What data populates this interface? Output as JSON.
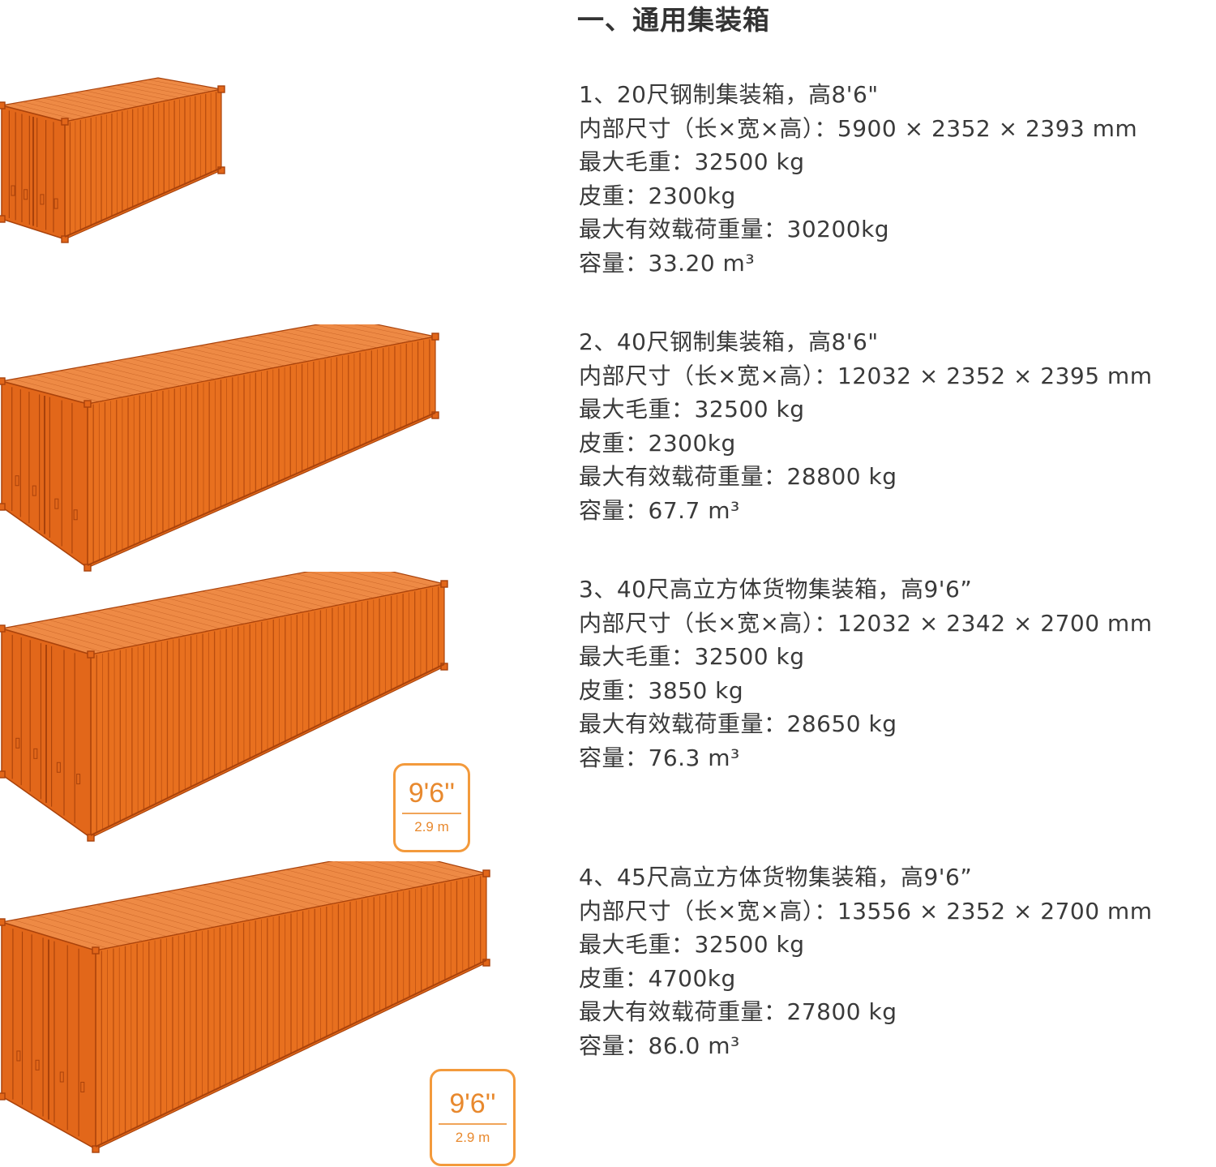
{
  "section_title": "一、通用集装箱",
  "colors": {
    "container_front": "#e2671a",
    "container_side": "#e8701f",
    "container_top": "#ee8a45",
    "container_line": "#a9420b",
    "badge_border": "#f39a3c",
    "badge_text": "#e8892e"
  },
  "containers": [
    {
      "title": "1、20尺钢制集装箱，高8'6\"",
      "dimensions": "内部尺寸（长×宽×高）：5900 × 2352 × 2393 mm",
      "max_gross": "最大毛重：32500 kg",
      "tare": "皮重：2300kg",
      "max_payload": "最大有效载荷重量：30200kg",
      "capacity": "容量：33.20 m³"
    },
    {
      "title": "2、40尺钢制集装箱，高8'6\"",
      "dimensions": "内部尺寸（长×宽×高）：12032 × 2352 × 2395 mm",
      "max_gross": "最大毛重：32500 kg",
      "tare": "皮重：2300kg",
      "max_payload": "最大有效载荷重量：28800 kg",
      "capacity": "容量：67.7 m³"
    },
    {
      "title": "3、40尺高立方体货物集装箱，高9'6”",
      "dimensions": "内部尺寸（长×宽×高）：12032 × 2342 × 2700 mm",
      "max_gross": "最大毛重：32500 kg",
      "tare": "皮重：3850 kg",
      "max_payload": "最大有效载荷重量：28650 kg",
      "capacity": "容量：76.3 m³",
      "badge_ft": "9'6''",
      "badge_m": "2.9 m"
    },
    {
      "title": "4、45尺高立方体货物集装箱，高9'6”",
      "dimensions": "内部尺寸（长×宽×高）：13556 × 2352 × 2700 mm",
      "max_gross": "最大毛重：32500 kg",
      "tare": "皮重：4700kg",
      "max_payload": "最大有效载荷重量：27800 kg",
      "capacity": "容量：86.0 m³",
      "badge_ft": "9'6''",
      "badge_m": "2.9 m"
    }
  ]
}
